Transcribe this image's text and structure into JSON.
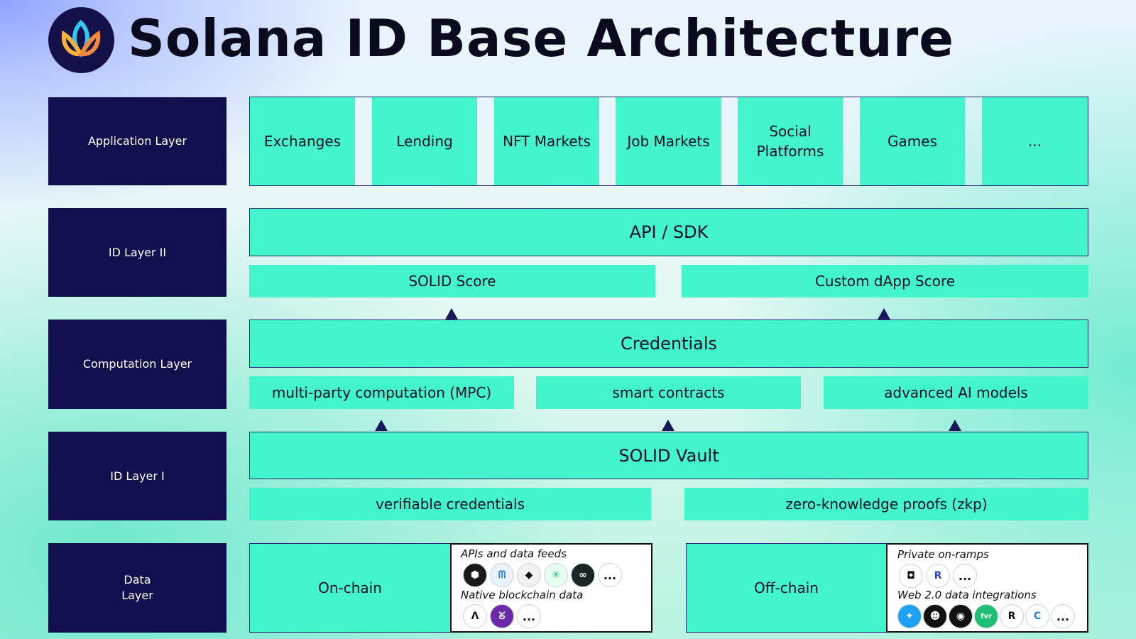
{
  "title": "Solana ID Base Architecture",
  "layers": {
    "application": "Application Layer",
    "id_layer_2": "ID Layer II",
    "computation": "Computation Layer",
    "id_layer_1": "ID Layer I",
    "data": "Data\nLayer"
  },
  "applications": [
    "Exchanges",
    "Lending",
    "NFT Markets",
    "Job Markets",
    "Social\nPlatforms",
    "Games",
    "..."
  ],
  "id_layer_2": {
    "api": "API / SDK",
    "solid_score": "SOLID Score",
    "custom_score": "Custom dApp Score"
  },
  "computation": {
    "credentials": "Credentials",
    "mpc": "multi-party computation (MPC)",
    "smart_contracts": "smart contracts",
    "ai": "advanced AI models"
  },
  "id_layer_1": {
    "vault": "SOLID Vault",
    "verifiable": "verifiable credentials",
    "zkp": "zero-knowledge proofs (zkp)"
  },
  "data": {
    "onchain": "On-chain",
    "offchain": "Off-chain",
    "apis_title": "APIs and data feeds",
    "native_title": "Native blockchain data",
    "ramps_title": "Private on-ramps",
    "web2_title": "Web 2.0 data integrations",
    "more": "..."
  },
  "icons": {
    "apis": [
      "oracle-shield-icon",
      "blue-m-logo-icon",
      "diamond-logo-icon",
      "atom-logo-icon",
      "swirl-logo-icon"
    ],
    "native": [
      "delta-logo-icon",
      "purple-orb-logo-icon"
    ],
    "ramps": [
      "p-box-logo-icon",
      "blue-r-logo-icon"
    ],
    "web2": [
      "twitter-icon",
      "reddit-icon",
      "github-icon",
      "fiverr-icon",
      "r-logo-icon",
      "c-logo-icon"
    ]
  },
  "colors": {
    "layer_bg": "#110f4d",
    "box_bg": "#42f5cb",
    "arrow": "#17175b"
  }
}
